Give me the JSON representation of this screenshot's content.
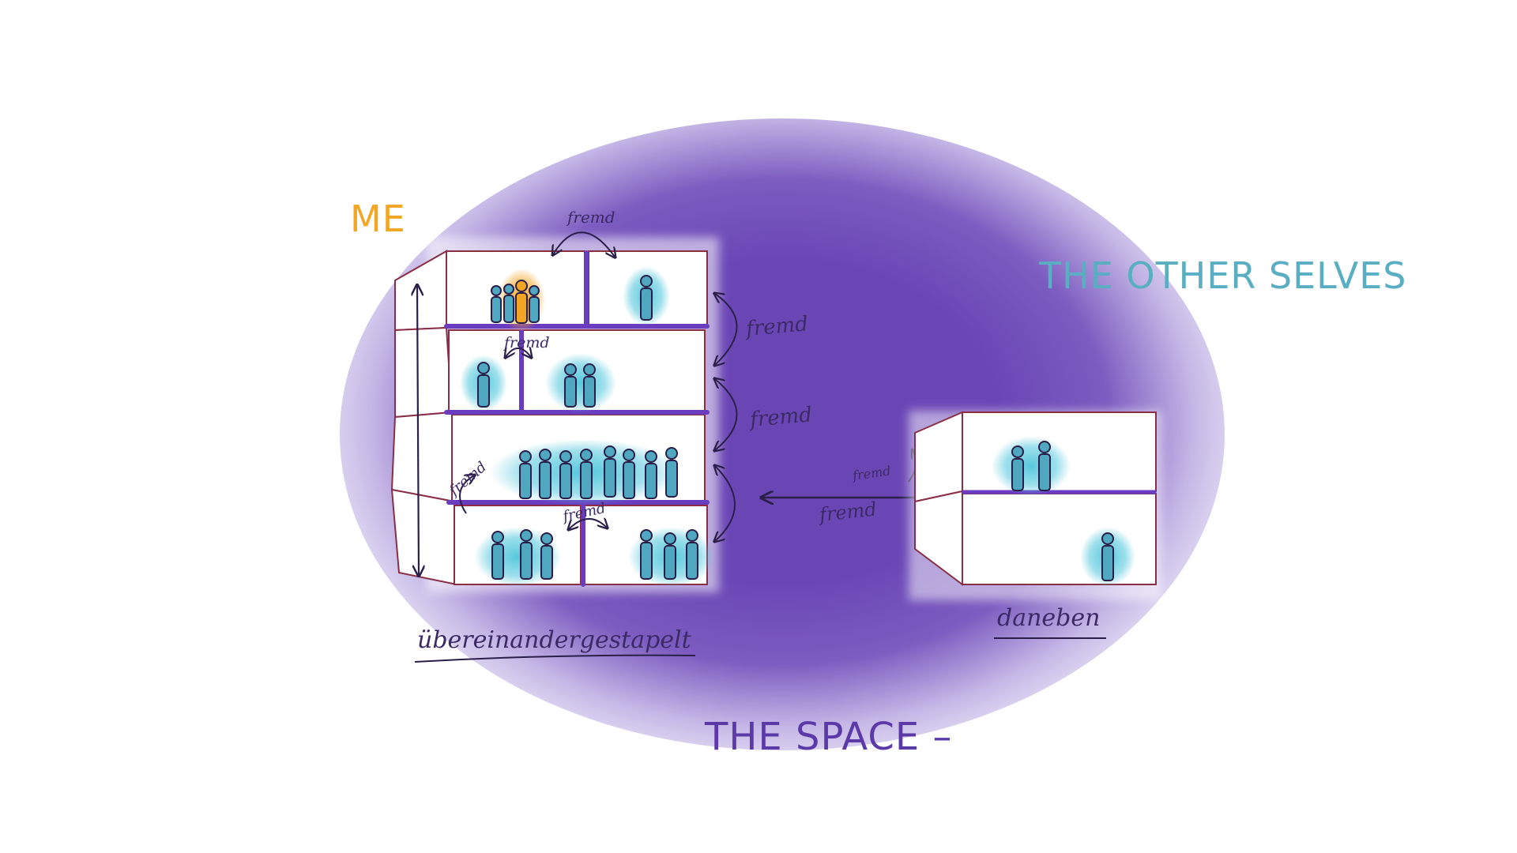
{
  "labels": {
    "me": "ME",
    "other_selves": "THE OTHER SELVES",
    "space": "THE SPACE –",
    "stacked": "übereinandergestapelt",
    "beside": "daneben",
    "foreign": "fremd"
  },
  "colors": {
    "me": "#f3a524",
    "other_selves": "#5aaec1",
    "space": "#5b3aa8",
    "box_outline": "#8a2e45",
    "connector": "#6a3cc0",
    "person_glow": "#4fc6dc",
    "me_glow": "#f3a524"
  }
}
